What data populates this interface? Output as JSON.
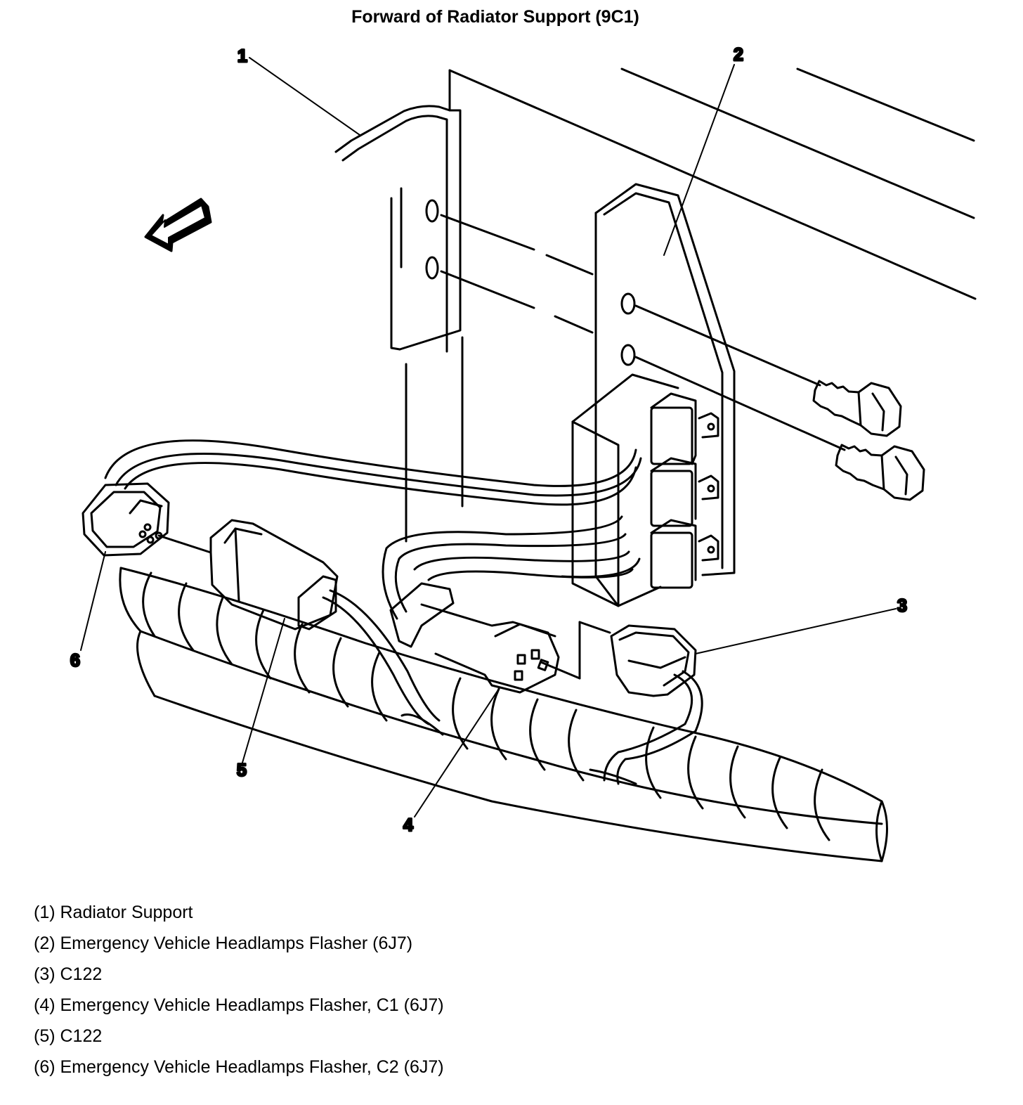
{
  "title": "Forward of Radiator Support (9C1)",
  "callouts": [
    "1",
    "2",
    "3",
    "4",
    "5",
    "6"
  ],
  "legend": [
    "(1) Radiator Support",
    "(2) Emergency Vehicle Headlamps Flasher (6J7)",
    "(3) C122",
    "(4) Emergency Vehicle Headlamps Flasher, C1 (6J7)",
    "(5) C122",
    "(6) Emergency Vehicle Headlamps Flasher, C2 (6J7)"
  ],
  "icons": {
    "direction_arrow": "forward-arrow-icon"
  }
}
